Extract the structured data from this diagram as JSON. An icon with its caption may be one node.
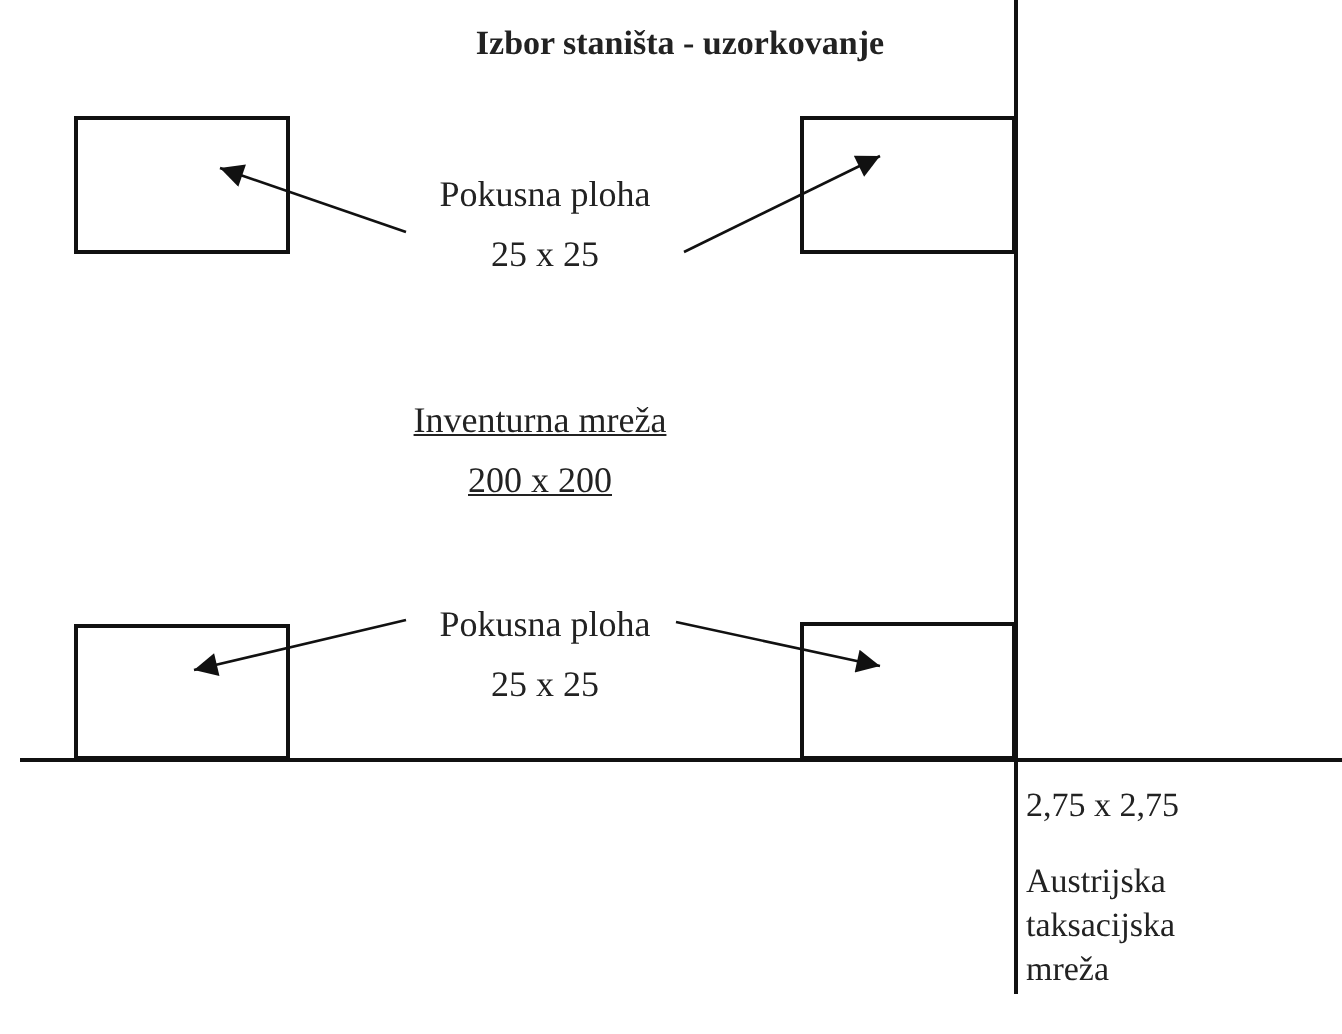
{
  "diagram": {
    "title": "Izbor staništa - uzorkovanje",
    "nodes": [
      {
        "text": [
          "Pokusna ploha 25 x 25"
        ]
      },
      {
        "text": [],
        "shape": "box"
      },
      {
        "text": [],
        "shape": "box"
      },
      {
        "text": [
          "Pokusna ploha 25 x 25"
        ]
      },
      {
        "text": [],
        "shape": "box"
      },
      {
        "text": [],
        "shape": "box"
      }
    ],
    "edges": [
      {
        "from": 0,
        "to": 1,
        "arrow": "to"
      },
      {
        "from": 0,
        "to": 2,
        "arrow": "to"
      },
      {
        "from": 3,
        "to": 4,
        "arrow": "to"
      },
      {
        "from": 3,
        "to": 5,
        "arrow": "to"
      }
    ],
    "labels": [
      "Inventurna mreža 200 x 200",
      "2,75 x 2,75",
      "Austrijska taksacijska mreža"
    ]
  }
}
